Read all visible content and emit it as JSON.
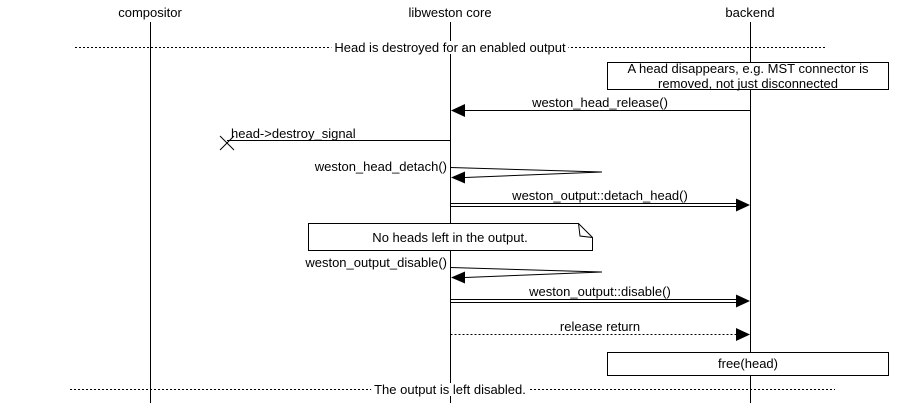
{
  "participants": {
    "compositor": "compositor",
    "libweston": "libweston core",
    "backend": "backend"
  },
  "dividers": {
    "top": "Head is destroyed for an enabled output",
    "bottom": "The output is left disabled."
  },
  "notes": {
    "head_disappears": {
      "line1": "A head disappears, e.g. MST connector is",
      "line2": "removed, not just disconnected"
    },
    "no_heads": "No heads left in the output."
  },
  "messages": {
    "head_release": "weston_head_release()",
    "destroy_signal": "head->destroy_signal",
    "head_detach": "weston_head_detach()",
    "detach_head": "weston_output::detach_head()",
    "output_disable": "weston_output_disable()",
    "output_disable_call": "weston_output::disable()",
    "release_return": "release return"
  },
  "boxes": {
    "free_head": "free(head)"
  }
}
